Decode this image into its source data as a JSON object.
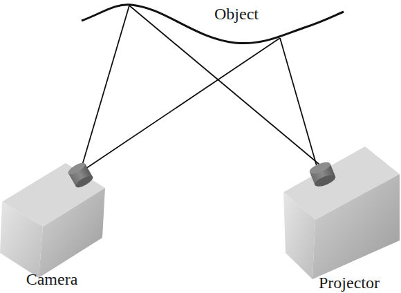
{
  "diagram": {
    "labels": [
      "Object",
      "Camera",
      "Projector"
    ]
  }
}
